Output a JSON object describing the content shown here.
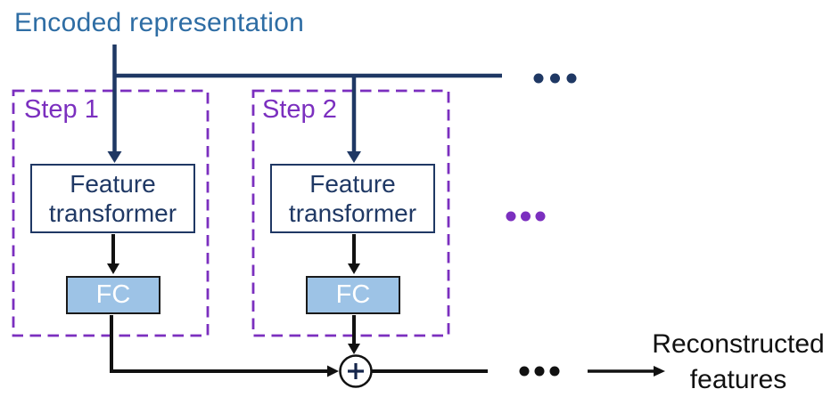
{
  "diagram": {
    "title": "Encoded representation",
    "steps": [
      {
        "label": "Step 1",
        "transformer_label": "Feature transformer",
        "fc_label": "FC"
      },
      {
        "label": "Step 2",
        "transformer_label": "Feature transformer",
        "fc_label": "FC"
      }
    ],
    "sum_symbol": "+",
    "ellipsis_top": "...",
    "ellipsis_middle": "...",
    "ellipsis_bottom": "...",
    "output_label": "Reconstructed features"
  },
  "colors": {
    "navy_line": "#1f3864",
    "title_blue": "#2e6da4",
    "step_purple": "#7b2fbf",
    "fc_fill": "#9dc3e6",
    "fc_border": "#1a1a1a",
    "black_line": "#111111",
    "sum_plus": "#15254a"
  }
}
